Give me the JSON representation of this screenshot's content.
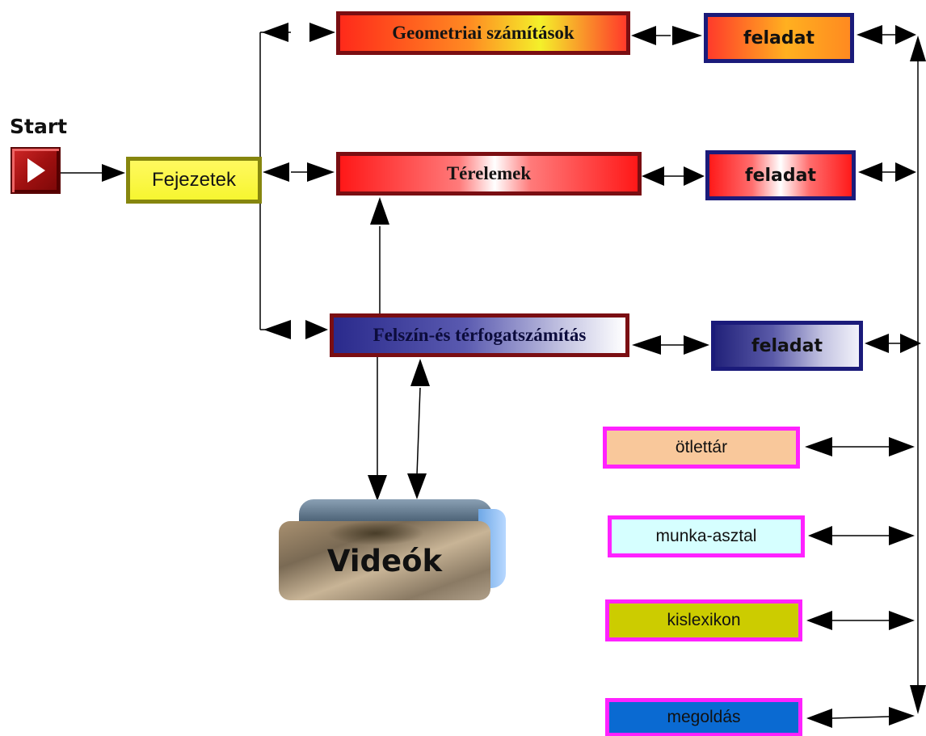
{
  "start": {
    "label": "Start"
  },
  "fejezetek": {
    "label": "Fejezetek"
  },
  "chapters": [
    {
      "label": "Geometriai számítások"
    },
    {
      "label": "Térelemek"
    },
    {
      "label": "Felszín-és térfogatszámítás"
    }
  ],
  "tasks": [
    {
      "label": "feladat"
    },
    {
      "label": "feladat"
    },
    {
      "label": "feladat"
    }
  ],
  "video": {
    "label": "Videók"
  },
  "tools": [
    {
      "label": "ötlettár"
    },
    {
      "label": "munka-asztal"
    },
    {
      "label": "kislexikon"
    },
    {
      "label": "megoldás"
    }
  ],
  "colors": {
    "chapter_border": "#7a0e12",
    "task_border": "#1b1b7a",
    "tool_border": "#ff22ff",
    "fejezetek_fill": "#f6f630",
    "ötlettár_fill": "#f9c89b",
    "munka_asztal_fill": "#d6ffff",
    "kislexikon_fill": "#cccc00",
    "megoldás_fill": "#0a6ad2"
  }
}
